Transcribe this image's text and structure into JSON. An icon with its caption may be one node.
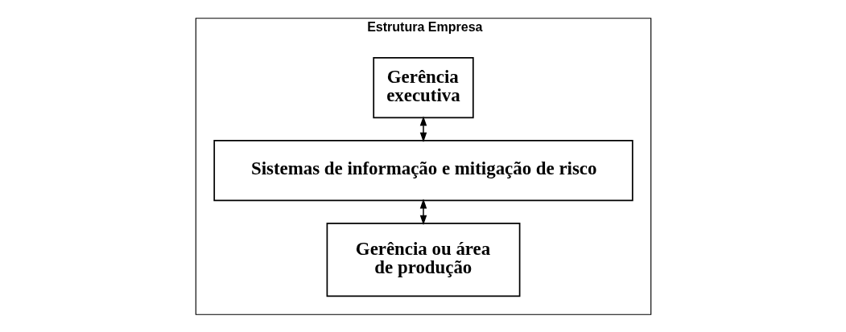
{
  "diagram": {
    "nodes": [
      {
        "text": [
          "Estrutura Empresa"
        ]
      },
      {
        "text": [
          "Gerência executiva"
        ],
        "in": 0
      },
      {
        "text": [
          "Sistemas de informação e mitigação de risco"
        ],
        "in": 0
      },
      {
        "text": [
          "Gerência ou área de produção"
        ],
        "in": 0
      }
    ],
    "edges": [
      {
        "from": 1,
        "to": 2,
        "arrow": "both"
      },
      {
        "from": 2,
        "to": 3,
        "arrow": "both"
      }
    ]
  }
}
